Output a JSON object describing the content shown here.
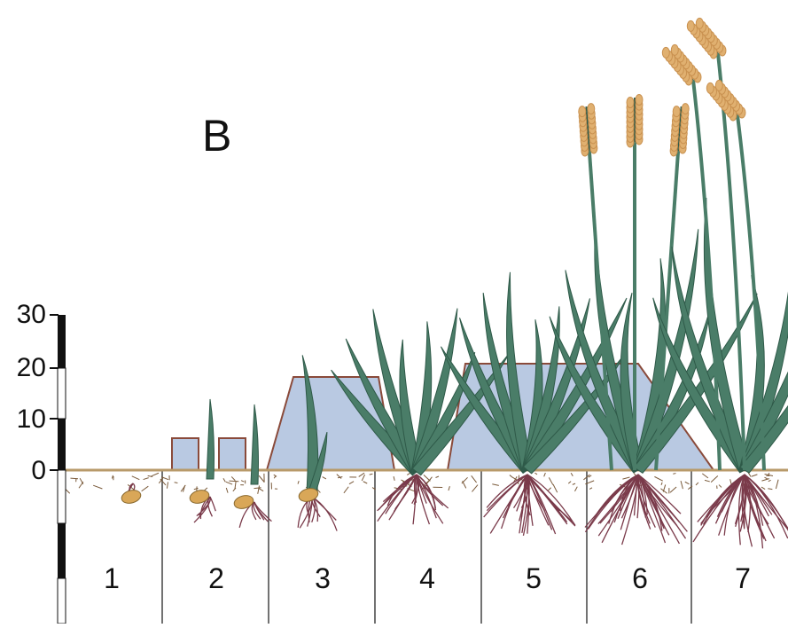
{
  "panel_label": "B",
  "scale": {
    "ticks": [
      "30",
      "20",
      "10",
      "0"
    ]
  },
  "stages": [
    {
      "label": "1",
      "water_level": 0
    },
    {
      "label": "2",
      "water_level": 6
    },
    {
      "label": "3",
      "water_level": 18
    },
    {
      "label": "4",
      "water_level": 18
    },
    {
      "label": "5",
      "water_level": 20
    },
    {
      "label": "6",
      "water_level": 20
    },
    {
      "label": "7",
      "water_level": 0
    }
  ],
  "colors": {
    "water": "#b9c9e2",
    "water_border": "#8a4a3a",
    "leaf": "#4a7d68",
    "leaf_dark": "#2f5a49",
    "root": "#7a3a4a",
    "soil_line": "#b89a6a",
    "seed": "#d9a758",
    "grain": "#c99150",
    "panicle": "#e0b070"
  }
}
